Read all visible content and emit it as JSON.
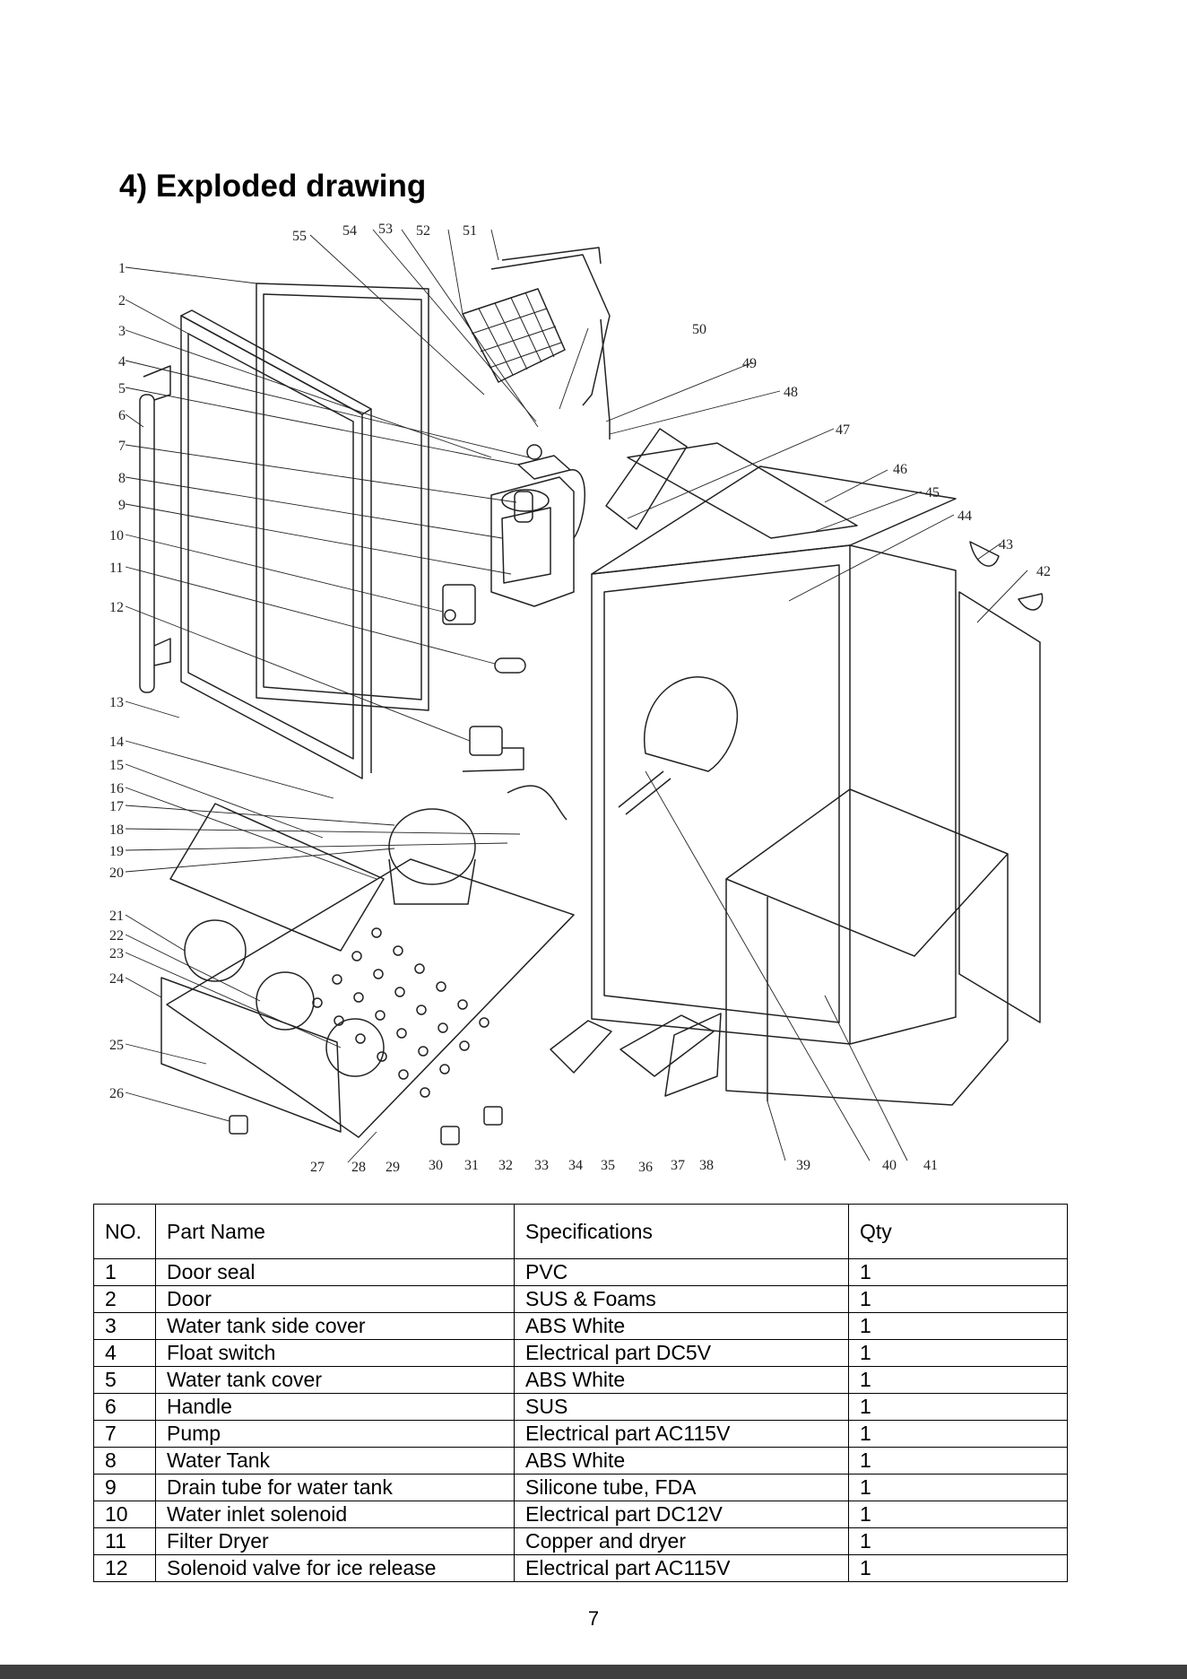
{
  "heading": "4)  Exploded drawing",
  "page_number": "7",
  "drawing_labels": [
    "1",
    "2",
    "3",
    "4",
    "5",
    "6",
    "7",
    "8",
    "9",
    "10",
    "11",
    "12",
    "13",
    "14",
    "15",
    "16",
    "17",
    "18",
    "19",
    "20",
    "21",
    "22",
    "23",
    "24",
    "25",
    "26",
    "27",
    "28",
    "29",
    "30",
    "31",
    "32",
    "33",
    "34",
    "35",
    "36",
    "37",
    "38",
    "39",
    "40",
    "41",
    "42",
    "43",
    "44",
    "45",
    "46",
    "47",
    "48",
    "49",
    "50",
    "51",
    "52",
    "53",
    "54",
    "55"
  ],
  "table": {
    "headers": [
      "NO.",
      "Part Name",
      "Specifications",
      "Qty"
    ],
    "rows": [
      [
        "1",
        "Door seal",
        "PVC",
        "1"
      ],
      [
        "2",
        "Door",
        "SUS & Foams",
        "1"
      ],
      [
        "3",
        "Water tank side cover",
        "ABS White",
        "1"
      ],
      [
        "4",
        "Float switch",
        "Electrical part DC5V",
        "1"
      ],
      [
        "5",
        "Water tank cover",
        "ABS White",
        "1"
      ],
      [
        "6",
        "Handle",
        "SUS",
        "1"
      ],
      [
        "7",
        "Pump",
        "Electrical part AC115V",
        "1"
      ],
      [
        "8",
        "Water Tank",
        "ABS White",
        "1"
      ],
      [
        "9",
        "Drain tube for water tank",
        "Silicone tube, FDA",
        "1"
      ],
      [
        "10",
        "Water inlet solenoid",
        "Electrical part DC12V",
        "1"
      ],
      [
        "11",
        "Filter Dryer",
        "Copper and dryer",
        "1"
      ],
      [
        "12",
        "Solenoid valve for ice release",
        "Electrical part AC115V",
        "1"
      ]
    ]
  }
}
